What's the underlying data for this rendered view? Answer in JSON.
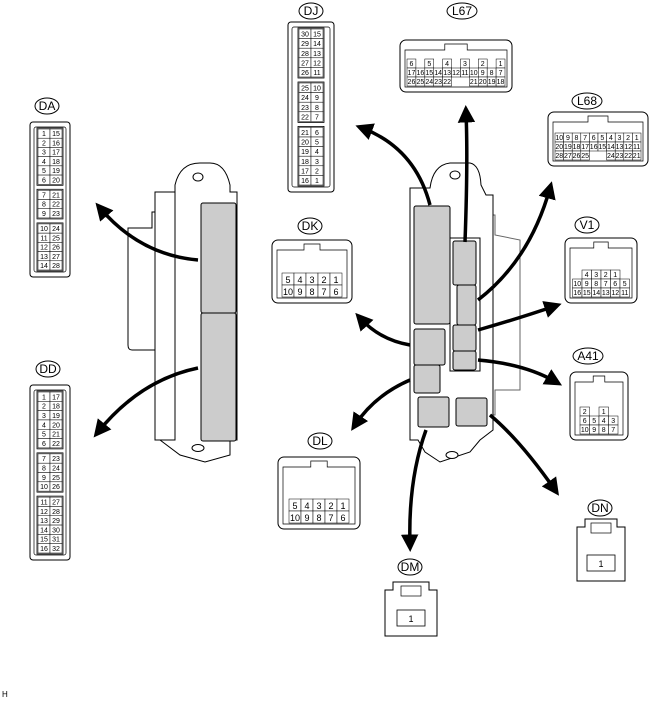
{
  "diagram": {
    "type": "connector-location-diagram",
    "footer_code": "H",
    "colors": {
      "line": "#000000",
      "fill": "#cccccc",
      "background": "#ffffff"
    },
    "left_unit": {
      "name": "ecu-left",
      "ports": [
        "DA",
        "DD"
      ]
    },
    "right_unit": {
      "name": "ecu-right",
      "ports": [
        "DJ",
        "L67",
        "L68",
        "V1",
        "A41",
        "DN",
        "DM",
        "DL",
        "DK"
      ]
    },
    "connectors": {
      "DA": {
        "label": "DA",
        "groups": [
          [
            [
              "1",
              "15"
            ],
            [
              "2",
              "16"
            ],
            [
              "3",
              "17"
            ],
            [
              "4",
              "18"
            ],
            [
              "5",
              "19"
            ],
            [
              "6",
              "20"
            ]
          ],
          [
            [
              "7",
              "21"
            ],
            [
              "8",
              "22"
            ],
            [
              "9",
              "23"
            ]
          ],
          [
            [
              "10",
              "24"
            ],
            [
              "11",
              "25"
            ],
            [
              "12",
              "26"
            ],
            [
              "13",
              "27"
            ],
            [
              "14",
              "28"
            ]
          ]
        ]
      },
      "DD": {
        "label": "DD",
        "groups": [
          [
            [
              "1",
              "17"
            ],
            [
              "2",
              "18"
            ],
            [
              "3",
              "19"
            ],
            [
              "4",
              "20"
            ],
            [
              "5",
              "21"
            ],
            [
              "6",
              "22"
            ]
          ],
          [
            [
              "7",
              "23"
            ],
            [
              "8",
              "24"
            ],
            [
              "9",
              "25"
            ],
            [
              "10",
              "26"
            ]
          ],
          [
            [
              "11",
              "27"
            ],
            [
              "12",
              "28"
            ],
            [
              "13",
              "29"
            ],
            [
              "14",
              "30"
            ],
            [
              "15",
              "31"
            ],
            [
              "16",
              "32"
            ]
          ]
        ]
      },
      "DJ": {
        "label": "DJ",
        "groups": [
          [
            [
              "30",
              "15"
            ],
            [
              "29",
              "14"
            ],
            [
              "28",
              "13"
            ],
            [
              "27",
              "12"
            ],
            [
              "26",
              "11"
            ]
          ],
          [
            [
              "25",
              "10"
            ],
            [
              "24",
              "9"
            ],
            [
              "23",
              "8"
            ],
            [
              "22",
              "7"
            ]
          ],
          [
            [
              "21",
              "6"
            ],
            [
              "20",
              "5"
            ],
            [
              "19",
              "4"
            ],
            [
              "18",
              "3"
            ],
            [
              "17",
              "2"
            ],
            [
              "16",
              "1"
            ]
          ]
        ]
      },
      "L67": {
        "label": "L67",
        "rows": [
          [
            "6",
            "",
            "5",
            "",
            "4",
            "",
            "3",
            "",
            "2",
            "",
            "1"
          ],
          [
            "17",
            "16",
            "15",
            "14",
            "13",
            "12",
            "11",
            "10",
            "9",
            "8",
            "7"
          ],
          [
            "26",
            "25",
            "24",
            "23",
            "22",
            "",
            "",
            "21",
            "20",
            "19",
            "18"
          ]
        ]
      },
      "L68": {
        "label": "L68",
        "rows": [
          [
            "10",
            "9",
            "8",
            "7",
            "6",
            "5",
            "4",
            "3",
            "2",
            "1"
          ],
          [
            "20",
            "19",
            "18",
            "17",
            "16",
            "15",
            "14",
            "13",
            "12",
            "11"
          ],
          [
            "28",
            "27",
            "26",
            "25",
            "",
            "",
            "24",
            "23",
            "22",
            "21"
          ]
        ]
      },
      "V1": {
        "label": "V1",
        "rows": [
          [
            "",
            "4",
            "3",
            "2",
            "1",
            ""
          ],
          [
            "10",
            "9",
            "8",
            "7",
            "6",
            "5"
          ],
          [
            "16",
            "15",
            "14",
            "13",
            "12",
            "11"
          ]
        ]
      },
      "A41": {
        "label": "A41",
        "rows": [
          [
            "2",
            "",
            "1",
            ""
          ],
          [
            "6",
            "5",
            "4",
            "3"
          ],
          [
            "10",
            "9",
            "8",
            "7"
          ]
        ]
      },
      "DK": {
        "label": "DK",
        "rows": [
          [
            "5",
            "4",
            "3",
            "2",
            "1"
          ],
          [
            "10",
            "9",
            "8",
            "7",
            "6"
          ]
        ]
      },
      "DL": {
        "label": "DL",
        "rows": [
          [
            "5",
            "4",
            "3",
            "2",
            "1"
          ],
          [
            "10",
            "9",
            "8",
            "7",
            "6"
          ]
        ]
      },
      "DM": {
        "label": "DM",
        "pins": [
          "1"
        ]
      },
      "DN": {
        "label": "DN",
        "pins": [
          "1"
        ]
      }
    }
  }
}
